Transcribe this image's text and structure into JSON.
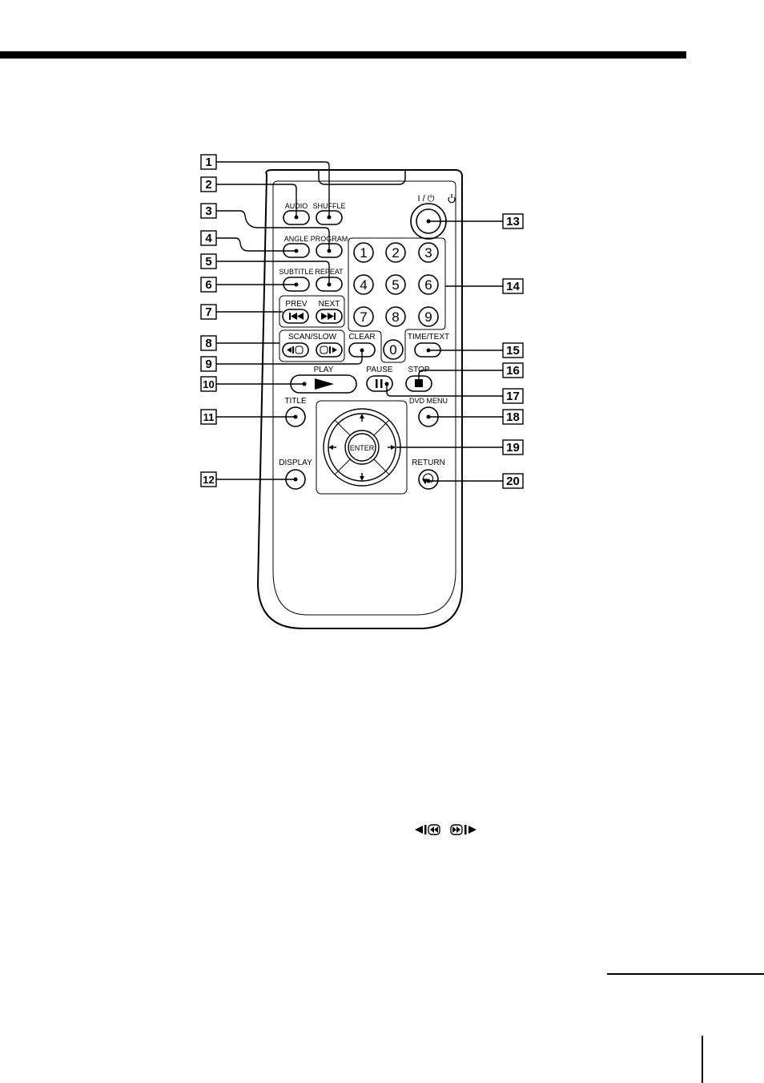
{
  "remote": {
    "power_label": "I / ⏻",
    "labels": {
      "audio": "AUDIO",
      "shuffle": "SHUFFLE",
      "angle": "ANGLE",
      "program": "PROGRAM",
      "subtitle": "SUBTITLE",
      "repeat": "REPEAT",
      "prev": "PREV",
      "next": "NEXT",
      "scan_slow": "SCAN/SLOW",
      "clear": "CLEAR",
      "time_text": "TIME/TEXT",
      "play": "PLAY",
      "pause": "PAUSE",
      "stop": "STOP",
      "title": "TITLE",
      "dvd_menu": "DVD MENU",
      "enter": "ENTER",
      "display": "DISPLAY",
      "return": "RETURN"
    },
    "digits": [
      "1",
      "2",
      "3",
      "4",
      "5",
      "6",
      "7",
      "8",
      "9",
      "0"
    ]
  },
  "callouts": [
    "1",
    "2",
    "3",
    "4",
    "5",
    "6",
    "7",
    "8",
    "9",
    "10",
    "11",
    "12",
    "13",
    "14",
    "15",
    "16",
    "17",
    "18",
    "19",
    "20"
  ],
  "icons": [
    "prev-icon",
    "next-icon",
    "scan-back-icon",
    "scan-forward-icon",
    "play-icon",
    "pause-icon",
    "stop-icon",
    "return-icon",
    "power-icon",
    "arrow-up-icon",
    "arrow-down-icon",
    "arrow-left-icon",
    "arrow-right-icon"
  ]
}
